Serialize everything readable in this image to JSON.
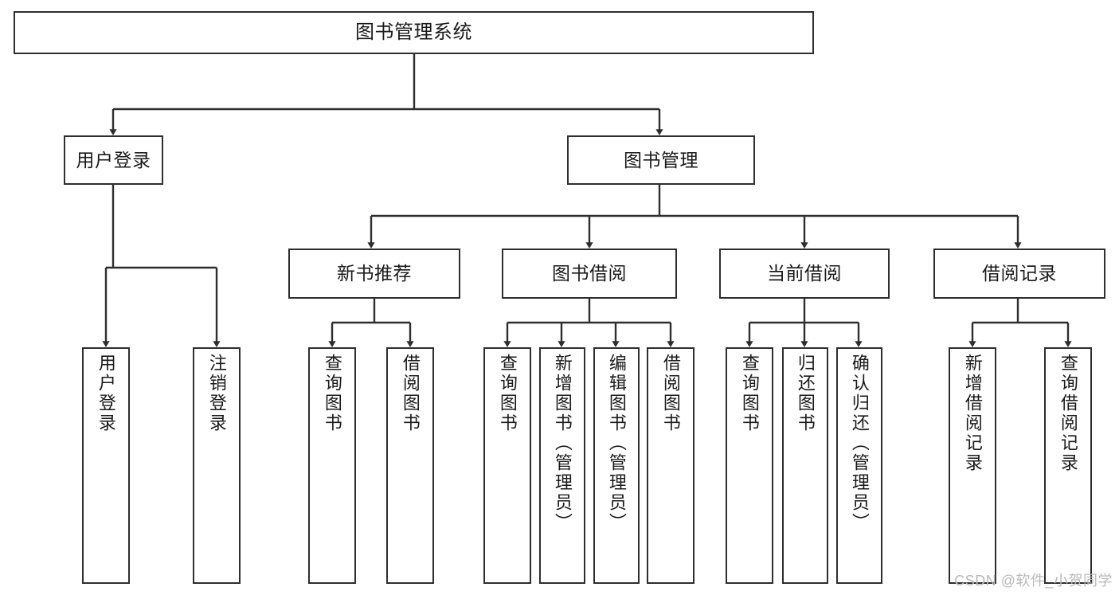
{
  "diagram": {
    "title": "图书管理系统",
    "type": "tree-hierarchy-diagram",
    "colors": {
      "border": "#2e2e2e",
      "fill": "#ffffff",
      "text": "#1a1a1a",
      "watermark": "#b9b9b9"
    },
    "root": {
      "label": "图书管理系统"
    },
    "level2": [
      {
        "label": "用户登录"
      },
      {
        "label": "图书管理"
      }
    ],
    "level3": [
      {
        "label": "新书推荐"
      },
      {
        "label": "图书借阅"
      },
      {
        "label": "当前借阅"
      },
      {
        "label": "借阅记录"
      }
    ],
    "leaves": {
      "user_login": [
        {
          "label": "用户登录"
        },
        {
          "label": "注销登录"
        }
      ],
      "new_book_recommend": [
        {
          "label": "查询图书"
        },
        {
          "label": "借阅图书"
        }
      ],
      "book_borrow": [
        {
          "label": "查询图书"
        },
        {
          "label": "新增图书（管理员）"
        },
        {
          "label": "编辑图书（管理员）"
        },
        {
          "label": "借阅图书"
        }
      ],
      "current_borrow": [
        {
          "label": "查询图书"
        },
        {
          "label": "归还图书"
        },
        {
          "label": "确认归还（管理员）"
        }
      ],
      "borrow_record": [
        {
          "label": "新增借阅记录"
        },
        {
          "label": "查询借阅记录"
        }
      ]
    }
  },
  "watermark": {
    "text": "CSDN @软件_小贺同学"
  }
}
